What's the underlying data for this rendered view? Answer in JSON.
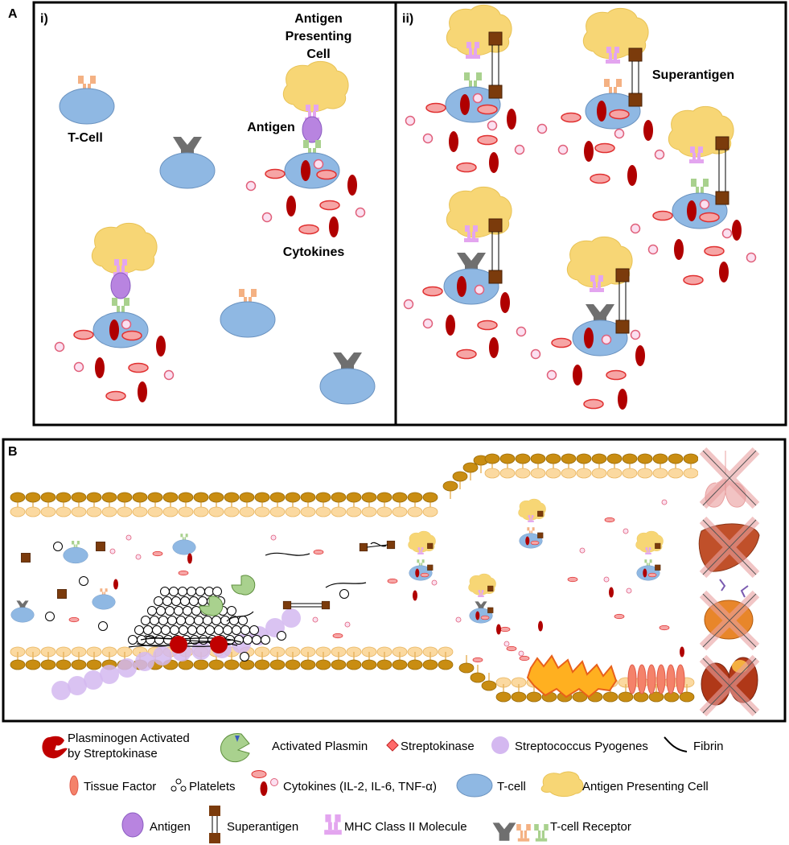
{
  "panel_a": {
    "letter": "A",
    "sub_i": "i)",
    "sub_ii": "ii)",
    "apc_label": [
      "Antigen",
      "Presenting",
      "Cell"
    ],
    "tcell_label": "T-Cell",
    "antigen_label": "Antigen",
    "cytokines_label": "Cytokines",
    "superantigen_label": "Superantigen"
  },
  "panel_b": {
    "letter": "B"
  },
  "legend": [
    {
      "icon": "plasminogen-icon",
      "label": [
        "Plasminogen Activated",
        "by Streptokinase"
      ]
    },
    {
      "icon": "plasmin-icon",
      "label": [
        "Activated Plasmin"
      ]
    },
    {
      "icon": "streptokinase-icon",
      "label": [
        "Streptokinase"
      ]
    },
    {
      "icon": "streptococcus-icon",
      "label": [
        "Streptococcus Pyogenes"
      ]
    },
    {
      "icon": "fibrin-icon",
      "label": [
        "Fibrin"
      ]
    },
    {
      "icon": "tissue-factor-icon",
      "label": [
        "Tissue Factor"
      ]
    },
    {
      "icon": "platelets-icon",
      "label": [
        "Platelets"
      ]
    },
    {
      "icon": "cytokines-icon",
      "label": [
        "Cytokines (IL-2, IL-6, TNF-α)"
      ]
    },
    {
      "icon": "tcell-icon",
      "label": [
        "T-cell"
      ]
    },
    {
      "icon": "apc-icon",
      "label": [
        "Antigen Presenting Cell"
      ]
    },
    {
      "icon": "antigen-icon",
      "label": [
        "Antigen"
      ]
    },
    {
      "icon": "superantigen-icon",
      "label": [
        "Superantigen"
      ]
    },
    {
      "icon": "mhc-icon",
      "label": [
        "MHC Class II Molecule"
      ]
    },
    {
      "icon": "tcr-icon",
      "label": [
        "T-cell Receptor"
      ]
    }
  ],
  "colors": {
    "apc": "#f7d675",
    "tcell": "#8fb8e3",
    "mhc": "#e3a5ef",
    "tcr_green": "#a9d18e",
    "tcr_orange": "#f4b183",
    "tcr_gray": "#7f7f7f",
    "antigen": "#b884e0",
    "cytokine_dark": "#b00000",
    "cytokine_light": "#f4a7a7",
    "superantigen": "#7b3b0c",
    "strep": "#d4b8f0",
    "membrane": "#b8860b",
    "membrane_light": "#fde1b0"
  }
}
